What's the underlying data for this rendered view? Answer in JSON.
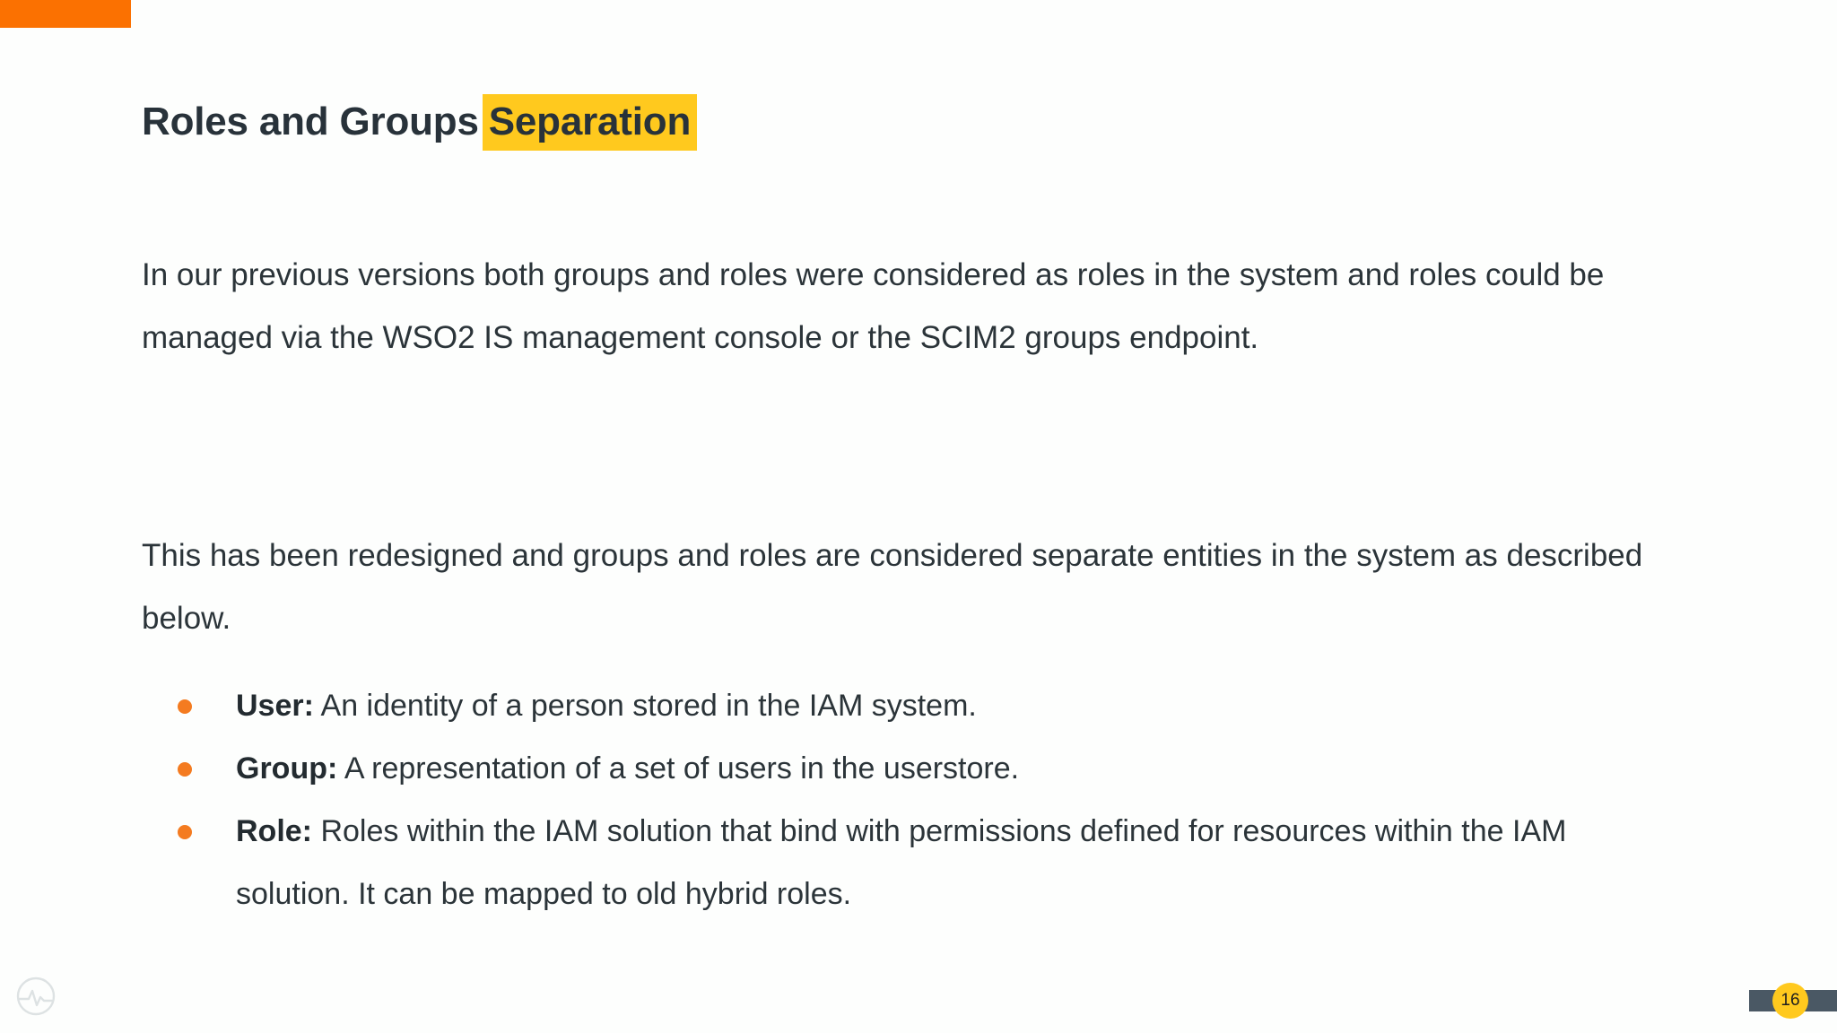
{
  "slide": {
    "accent_color": "#FB7101",
    "background_color": "#fdfefd",
    "text_color": "#2B3439",
    "highlight_color": "#FFC91E",
    "bullet_color": "#F47B20",
    "title": {
      "plain": "Roles and Groups",
      "highlighted": "Separation"
    },
    "paragraphs": [
      "In our previous versions both groups and roles were considered as roles in the system and roles could be managed via the WSO2 IS management console or the SCIM2 groups endpoint.",
      "This has been redesigned and groups and roles are considered separate entities in the system as described below."
    ],
    "bullets": [
      {
        "term": "User:",
        "text": "An identity of a person stored in the IAM system."
      },
      {
        "term": "Group:",
        "text": "A representation of a set of users in the userstore."
      },
      {
        "term": "Role:",
        "text": "Roles within the IAM solution that bind with permissions defined for resources within the IAM solution. It can be mapped to old hybrid roles."
      }
    ],
    "footer": {
      "page_number": "16",
      "logo_name": "wso2-waveform-logo"
    }
  }
}
